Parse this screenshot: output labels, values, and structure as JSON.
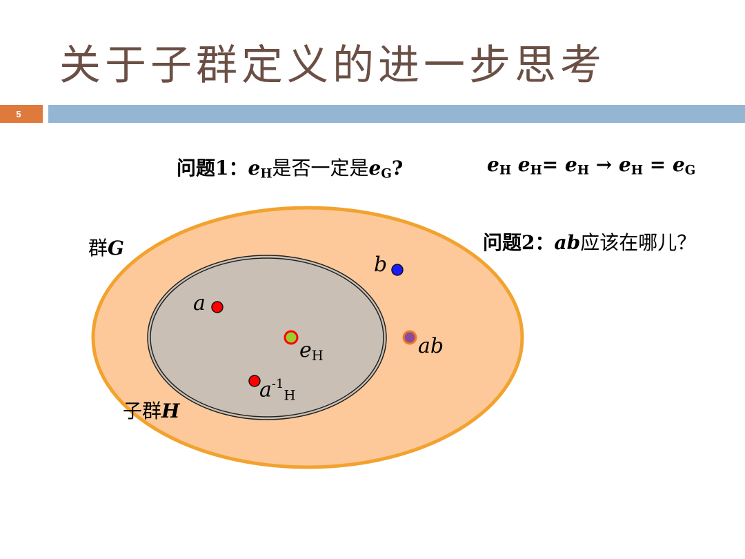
{
  "title": "关于子群定义的进一步思考",
  "slide_number": "5",
  "question1": {
    "prefix": "问题1：",
    "e": "e",
    "sub_H": "H",
    "middle": "是否一定是",
    "sub_G": "G",
    "suffix": "?"
  },
  "equation": {
    "e": "e",
    "sub_H": "H",
    "sub_G": "G",
    "eq": "=",
    "arrow": "→"
  },
  "question2": {
    "prefix": "问题2：",
    "ab": "ab",
    "suffix": "应该在哪儿？"
  },
  "group_label": {
    "prefix": "群",
    "name": "G"
  },
  "subgroup_label": {
    "prefix": "子群",
    "name": "H"
  },
  "points": {
    "a": "a",
    "b": "b",
    "e": "e",
    "e_sub": "H",
    "ab": "ab",
    "ainv": "a",
    "ainv_sup": "-1",
    "ainv_sub": "H"
  },
  "colors": {
    "title": "#6b4f44",
    "slide_number_bg": "#e07a3c",
    "header_bar": "#94b6d2",
    "group_fill": "#fdc99a",
    "group_stroke": "#f2a22e",
    "subgroup_fill": "#c9bfb4",
    "point_red": "#ff0000",
    "point_blue": "#1a1aff",
    "point_ab_fill": "#8a4a9a",
    "point_ab_ring": "#f07a2a",
    "point_e_fill": "#9acd32"
  }
}
